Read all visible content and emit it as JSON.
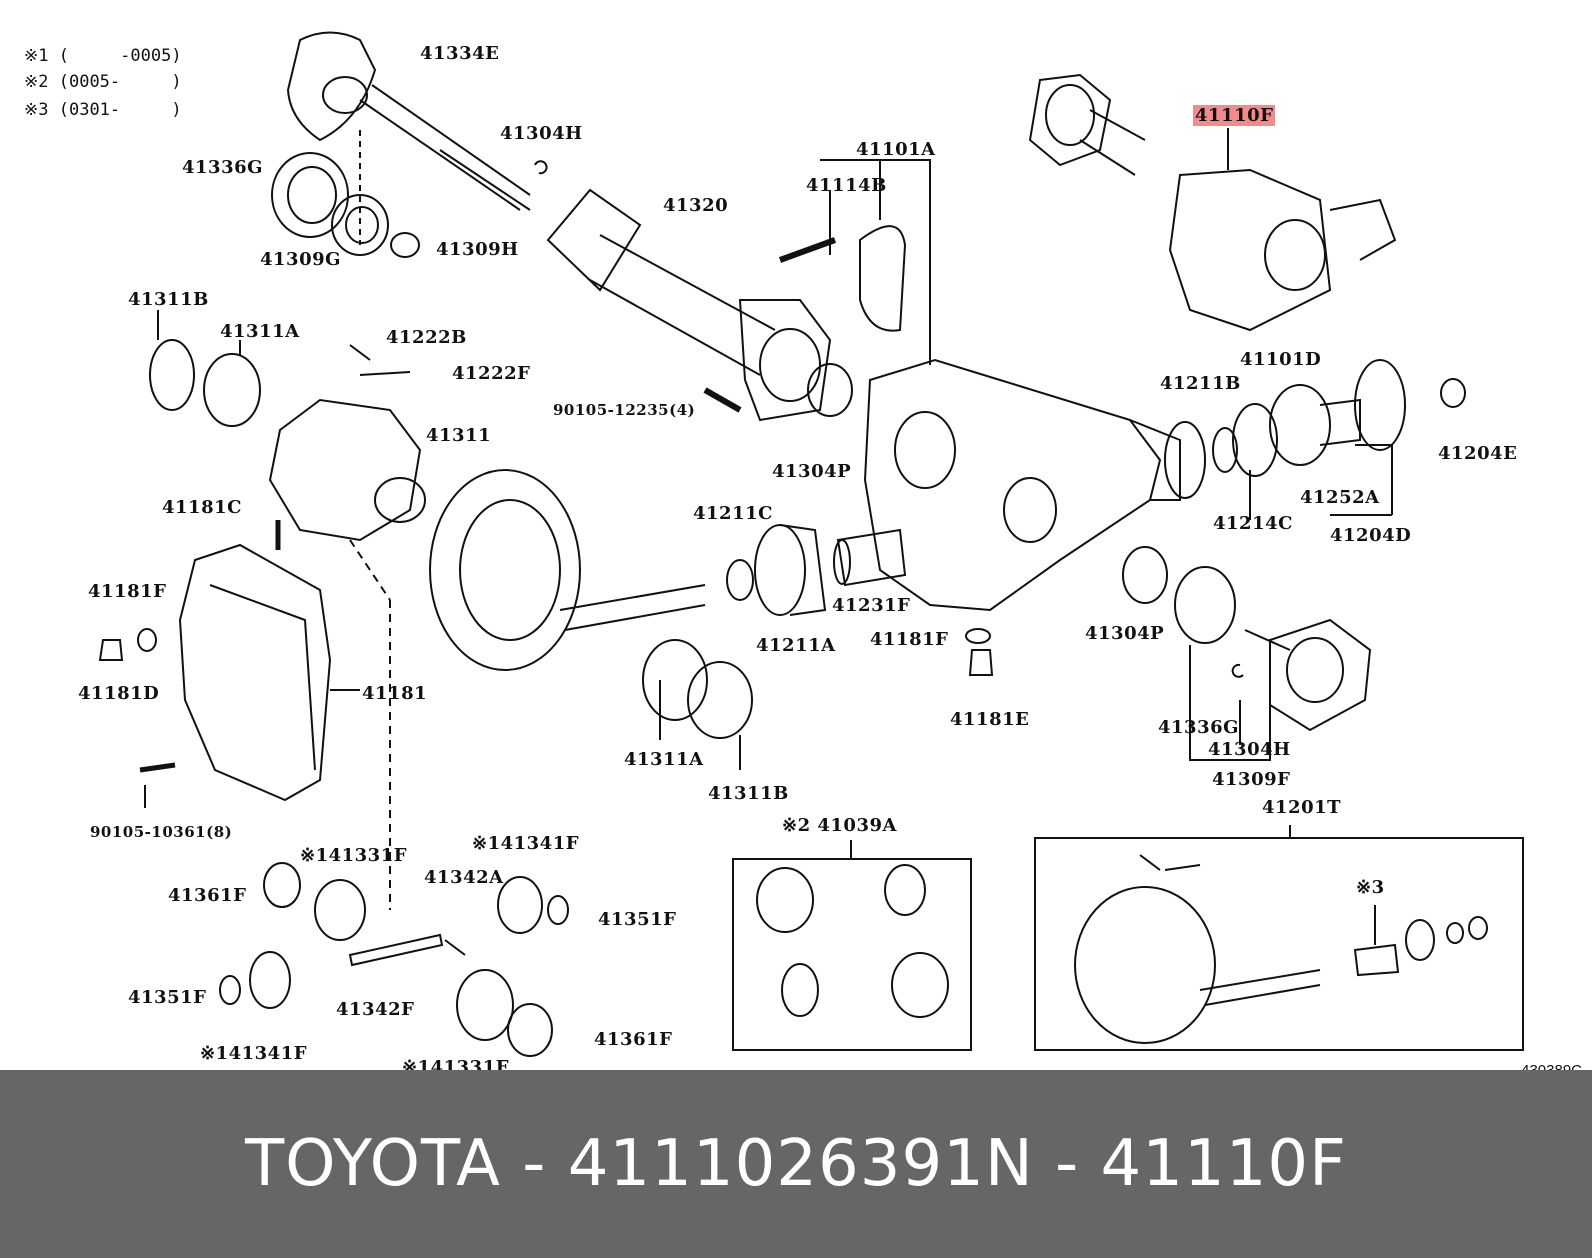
{
  "notes": [
    {
      "mark": "※1",
      "range": "(     -0005)"
    },
    {
      "mark": "※2",
      "range": "(0005-     )"
    },
    {
      "mark": "※3",
      "range": "(0301-     )"
    }
  ],
  "part_labels": {
    "p41334E": "41334E",
    "p41304H_a": "41304H",
    "p41336G_a": "41336G",
    "p41309G": "41309G",
    "p41309H": "41309H",
    "p41320": "41320",
    "p41101A": "41101A",
    "p41114B": "41114B",
    "p41110F": "41110F",
    "p41311B_a": "41311B",
    "p41311A_a": "41311A",
    "p41222B": "41222B",
    "p41222F": "41222F",
    "p90105_12235": "90105-12235(4)",
    "p41304P_a": "41304P",
    "p41311": "41311",
    "p41211B": "41211B",
    "p41101D": "41101D",
    "p41204E": "41204E",
    "p41181C": "41181C",
    "p41211C": "41211C",
    "p41214C": "41214C",
    "p41252A": "41252A",
    "p41204D": "41204D",
    "p41181F_a": "41181F",
    "p41231F": "41231F",
    "p41211A": "41211A",
    "p41181F_b": "41181F",
    "p41304P_b": "41304P",
    "p41181D": "41181D",
    "p41181": "41181",
    "p41181E": "41181E",
    "p41336G_b": "41336G",
    "p41304H_b": "41304H",
    "p41309F": "41309F",
    "p41311A_b": "41311A",
    "p41311B_b": "41311B",
    "p90105_10361": "90105-10361(8)",
    "p41201T": "41201T",
    "p41039A": "※2 41039A",
    "p41331F_a": "※141331F",
    "p41341F_a": "※141341F",
    "p41361F_a": "41361F",
    "p41342A": "41342A",
    "p41351F_a": "41351F",
    "p41351F_b": "41351F",
    "p41342F": "41342F",
    "p41361F_b": "41361F",
    "p41341F_b": "※141341F",
    "p41331F_b": "※141331F",
    "p_note3": "※3"
  },
  "diagram_code": "430389C",
  "footer": {
    "brand": "TOYOTA",
    "part_number": "4111026391",
    "ref": "N - 41110F",
    "highlight_color": "#f28b8b",
    "background_color": "#666666"
  }
}
